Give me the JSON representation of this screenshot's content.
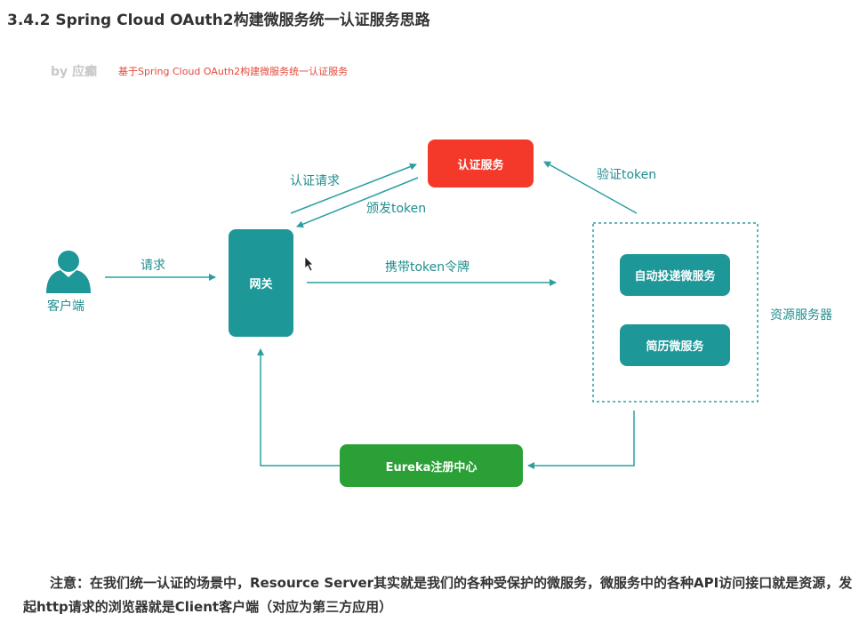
{
  "page_title": "3.4.2 Spring Cloud OAuth2构建微服务统一认证服务思路",
  "diagram": {
    "byline": "by 应癫",
    "subtitle": "基于Spring Cloud OAuth2构建微服务统一认证服务",
    "nodes": {
      "auth": "认证服务",
      "gateway": "网关",
      "service1": "自动投递微服务",
      "service2": "简历微服务",
      "eureka": "Eureka注册中心",
      "client": "客户端",
      "resource_server": "资源服务器"
    },
    "edge_labels": {
      "request": "请求",
      "auth_request": "认证请求",
      "issue_token": "颁发token",
      "verify_token": "验证token",
      "carry_token": "携带token令牌"
    },
    "colors": {
      "teal": "#1e9799",
      "red": "#f4392a",
      "green": "#2aa036",
      "line": "#2b9fa1"
    }
  },
  "note": "注意：在我们统一认证的场景中，Resource Server其实就是我们的各种受保护的微服务，微服务中的各种API访问接口就是资源，发起http请求的浏览器就是Client客户端（对应为第三方应用）"
}
